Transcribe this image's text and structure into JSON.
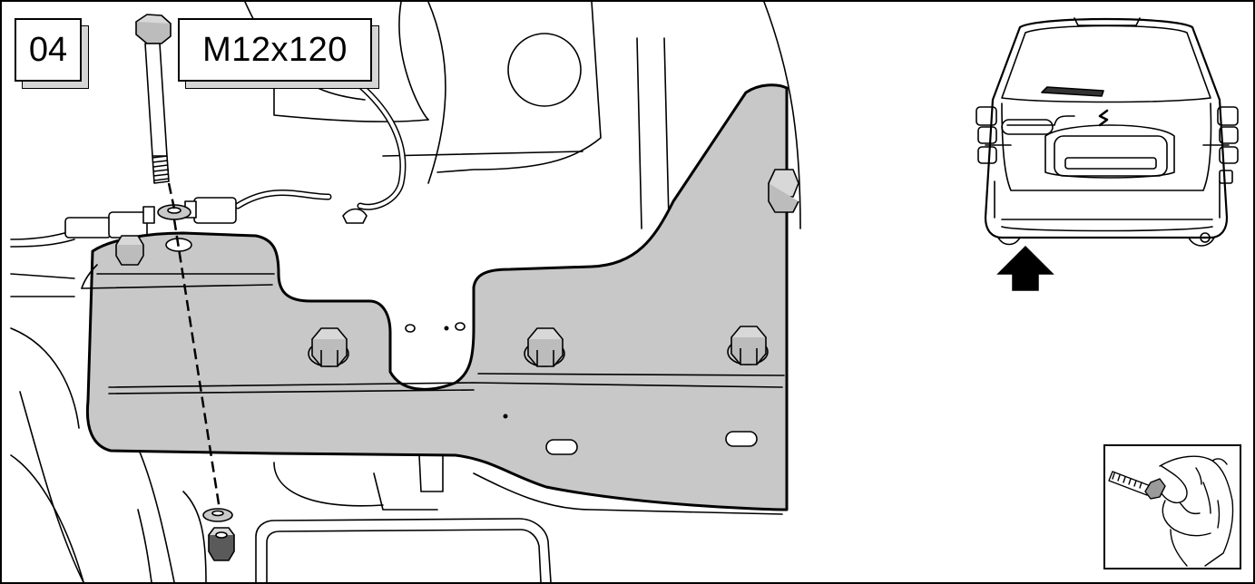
{
  "step": {
    "number": "04"
  },
  "part": {
    "label": "M12x120"
  },
  "colors": {
    "bracket_fill": "#c8c8c8",
    "line": "#000000",
    "shadow": "#d6d6d6"
  },
  "icons": {
    "main": "tow-bar-bracket-illustration",
    "car": "rear-view-car-icon",
    "arrow": "direction-arrow-icon",
    "hand": "hand-tightening-bolt-icon"
  }
}
